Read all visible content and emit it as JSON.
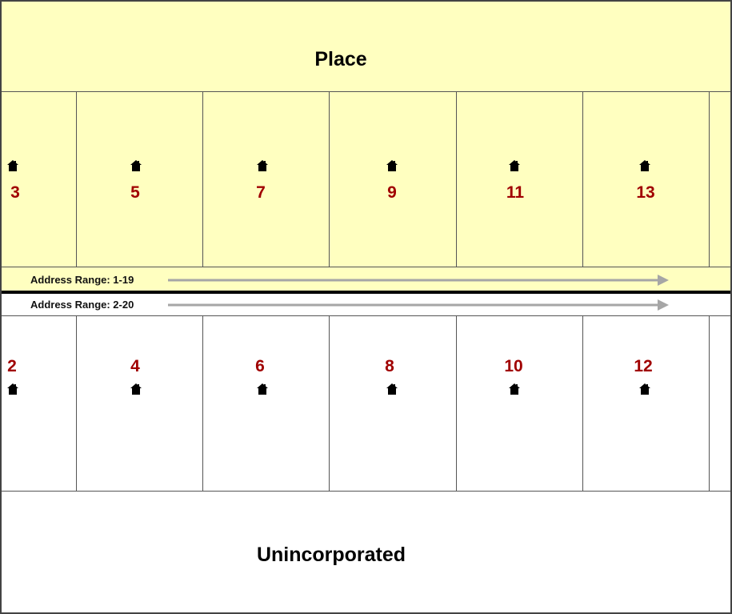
{
  "colors": {
    "place_fill": "#FFFFC0",
    "unincorporated_fill": "#FFFFFF",
    "address_number": "#A00000",
    "range_arrow": "#A6A6A6",
    "road_line": "#000000",
    "house_icon": "#000000"
  },
  "place": {
    "label": "Place",
    "parcels": [
      {
        "address": "3",
        "icon": "house-icon"
      },
      {
        "address": "5",
        "icon": "house-icon"
      },
      {
        "address": "7",
        "icon": "house-icon"
      },
      {
        "address": "9",
        "icon": "house-icon"
      },
      {
        "address": "11",
        "icon": "house-icon"
      },
      {
        "address": "13",
        "icon": "house-icon"
      }
    ]
  },
  "unincorporated": {
    "label": "Unincorporated",
    "parcels": [
      {
        "address": "2",
        "icon": "house-icon"
      },
      {
        "address": "4",
        "icon": "house-icon"
      },
      {
        "address": "6",
        "icon": "house-icon"
      },
      {
        "address": "8",
        "icon": "house-icon"
      },
      {
        "address": "10",
        "icon": "house-icon"
      },
      {
        "address": "12",
        "icon": "house-icon"
      }
    ]
  },
  "ranges": {
    "odd_side": "Address Range: 1-19",
    "even_side": "Address Range: 2-20"
  }
}
